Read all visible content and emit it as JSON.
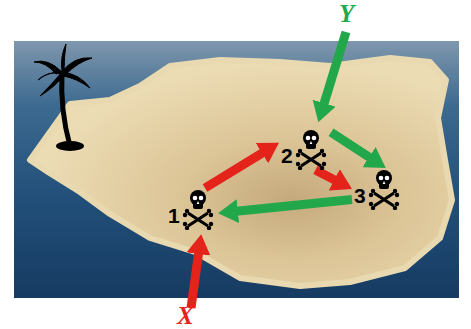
{
  "diagram": {
    "nodes": [
      {
        "text": [
          "1"
        ]
      },
      {
        "text": [
          "2"
        ]
      },
      {
        "text": [
          "3"
        ]
      }
    ],
    "edges": [
      {
        "from": 0,
        "to": 1,
        "arrow": "to"
      },
      {
        "from": 1,
        "to": 2,
        "arrow": "to"
      },
      {
        "from": 1,
        "to": 2,
        "arrow": "to"
      },
      {
        "from": 2,
        "to": 0,
        "arrow": "to"
      }
    ],
    "labels": [
      "Y",
      "X"
    ]
  }
}
